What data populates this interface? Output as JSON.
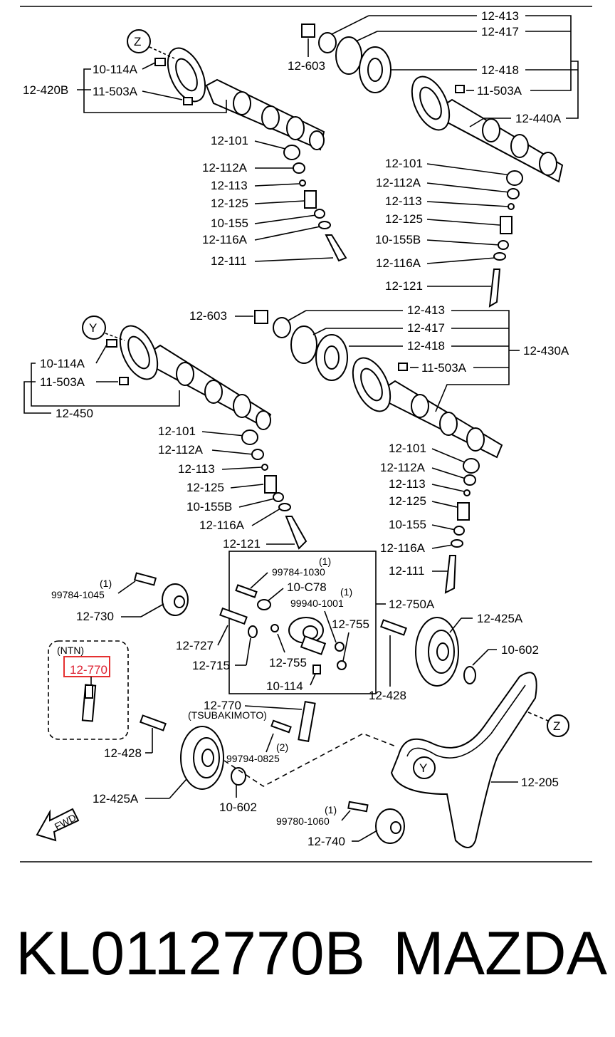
{
  "labels": {
    "l12_413a": "12-413",
    "l12_417a": "12-417",
    "l12_603a": "12-603",
    "l12_418a": "12-418",
    "l11_503a_a": "11-503A",
    "l12_440a": "12-440A",
    "l10_114a_a": "10-114A",
    "l12_420b": "12-420B",
    "l11_503a_b": "11-503A",
    "l12_101a": "12-101",
    "l12_112a_a": "12-112A",
    "l12_113a": "12-113",
    "l12_125a": "12-125",
    "l10_155a": "10-155",
    "l12_116a_a": "12-116A",
    "l12_111a": "12-111",
    "l12_101b": "12-101",
    "l12_112a_b": "12-112A",
    "l12_113b": "12-113",
    "l12_125b": "12-125",
    "l10_155b_a": "10-155B",
    "l12_116a_b": "12-116A",
    "l12_121a": "12-121",
    "l12_603b": "12-603",
    "l12_413b": "12-413",
    "l12_417b": "12-417",
    "l12_418b": "12-418",
    "l12_430a": "12-430A",
    "l11_503a_c": "11-503A",
    "l10_114a_b": "10-114A",
    "l11_503a_d": "11-503A",
    "l12_450": "12-450",
    "l12_101c": "12-101",
    "l12_112a_c": "12-112A",
    "l12_113c": "12-113",
    "l12_125c": "12-125",
    "l10_155b_b": "10-155B",
    "l12_116a_c": "12-116A",
    "l12_121b": "12-121",
    "l12_101d": "12-101",
    "l12_112a_d": "12-112A",
    "l12_113d": "12-113",
    "l12_125d": "12-125",
    "l10_155c": "10-155",
    "l12_116a_d": "12-116A",
    "l12_111b": "12-111",
    "q1a": "(1)",
    "l99784_1045": "99784-1045",
    "l12_730": "12-730",
    "q1b": "(1)",
    "l99784_1030": "99784-1030",
    "l10_c78": "10-C78",
    "q1c": "(1)",
    "l99940_1001": "99940-1001",
    "l12_750a": "12-750A",
    "l12_755a": "12-755",
    "l12_755b": "12-755",
    "l10_114b": "10-114",
    "l12_727": "12-727",
    "l12_715": "12-715",
    "l12_425a_a": "12-425A",
    "l10_602a": "10-602",
    "l12_428a": "12-428",
    "ntn": "(NTN)",
    "l12_770a": "12-770",
    "l12_770b": "12-770",
    "tsubaki": "(TSUBAKIMOTO)",
    "q2": "(2)",
    "l99794_0825": "99794-0825",
    "l12_428b": "12-428",
    "l12_425a_b": "12-425A",
    "l10_602b": "10-602",
    "l12_205": "12-205",
    "q1d": "(1)",
    "l99780_1060": "99780-1060",
    "l12_740": "12-740",
    "mark_z": "Z",
    "mark_y": "Y",
    "fwd": "FWD"
  },
  "footer": {
    "part_number": "KL0112770B",
    "brand": "MAZDA"
  },
  "colors": {
    "highlight": "#e53030"
  }
}
